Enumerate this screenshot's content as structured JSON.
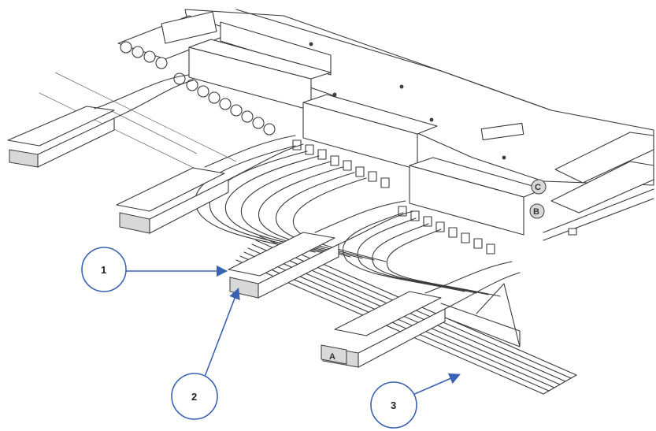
{
  "callouts": [
    {
      "label": "1"
    },
    {
      "label": "2"
    },
    {
      "label": "3"
    }
  ],
  "tabs": {
    "a": "A",
    "b": "B",
    "c": "C"
  },
  "colors": {
    "callout_stroke": "#3a62b4",
    "line_art": "#3a3a3a"
  }
}
